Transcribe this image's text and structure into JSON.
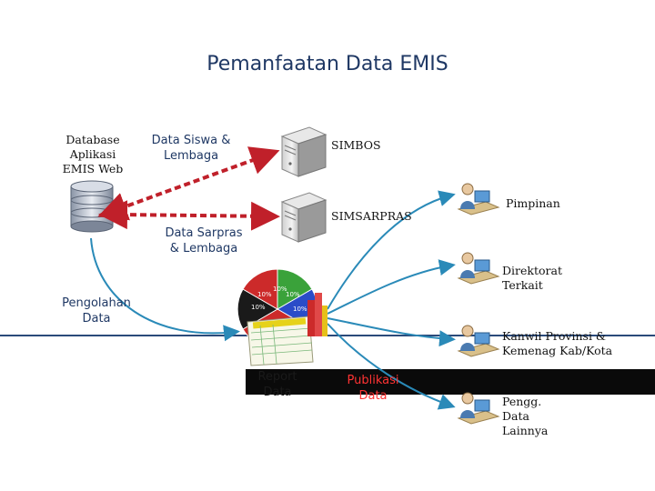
{
  "title": "Pemanfaatan Data EMIS",
  "database_label": [
    "Database",
    "Aplikasi",
    "EMIS Web"
  ],
  "flow_labels": {
    "data_siswa": [
      "Data Siswa &",
      "Lembaga"
    ],
    "data_sarpras": [
      "Data Sarpras",
      "& Lembaga"
    ],
    "pengolahan": [
      "Pengolahan",
      "Data"
    ],
    "report": [
      "Report",
      "Data"
    ],
    "publikasi": [
      "Publikasi",
      "Data"
    ]
  },
  "servers": [
    "SIMBOS",
    "SIMSARPRAS"
  ],
  "users": [
    [
      "Pimpinan"
    ],
    [
      "Direktorat",
      "Terkait"
    ],
    [
      "Kanwil Provinsi &",
      "Kemenag Kab/Kota"
    ],
    [
      "Pengg.",
      "Data",
      "Lainnya"
    ]
  ],
  "pie_labels": [
    "10%",
    "10%",
    "10%",
    "10%",
    "10%"
  ],
  "colors": {
    "title": "#1f3864",
    "arrow_red": "#c0202a",
    "arrow_teal": "#2a8ab8",
    "pie_green": "#3aa23a",
    "pie_blue": "#2a4cc8",
    "pie_red": "#cc2a2a",
    "pie_yellow": "#e6d21a"
  }
}
